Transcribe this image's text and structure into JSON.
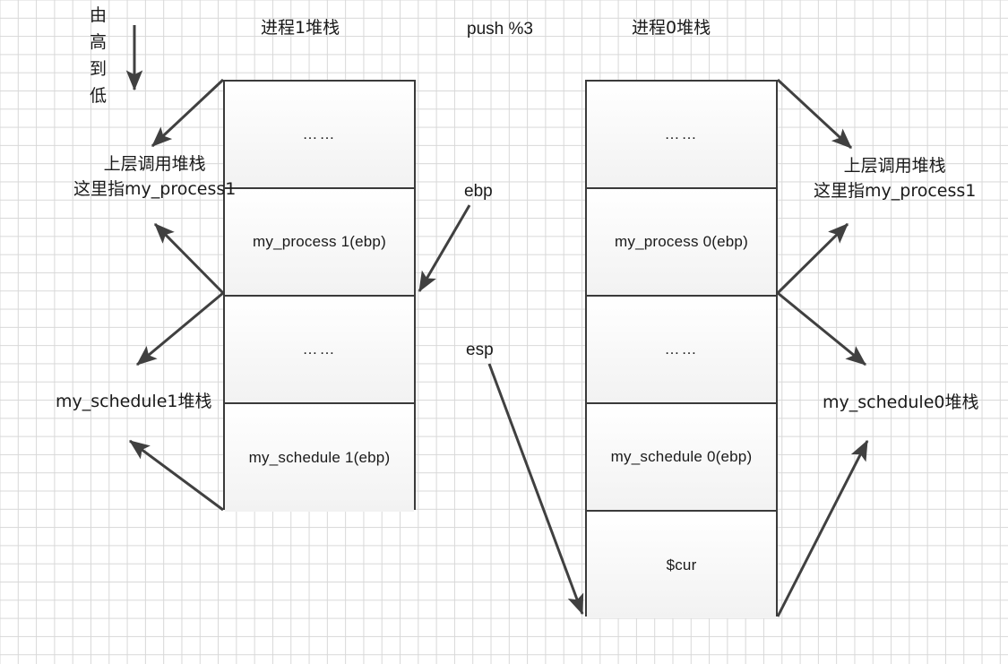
{
  "diagram": {
    "title_left": "进程1堆栈",
    "title_middle": "push %3",
    "title_right": "进程0堆栈",
    "direction_note": "由\n高\n到\n低",
    "direction_chars": [
      "由",
      "高",
      "到",
      "低"
    ]
  },
  "labels": {
    "left_caller_line1": "上层调用堆栈",
    "left_caller_line2": "这里指my_process1",
    "left_schedule": "my_schedule1堆栈",
    "right_caller_line1": "上层调用堆栈",
    "right_caller_line2": "这里指my_process1",
    "right_schedule": "my_schedule0堆栈",
    "ebp": "ebp",
    "esp": "esp"
  },
  "stack_left": {
    "name": "进程1堆栈",
    "cells": [
      {
        "text": "……",
        "kind": "ellipsis"
      },
      {
        "text": "my_process 1(ebp)",
        "kind": "frame"
      },
      {
        "text": "……",
        "kind": "ellipsis"
      },
      {
        "text": "my_schedule 1(ebp)",
        "kind": "frame"
      }
    ]
  },
  "stack_right": {
    "name": "进程0堆栈",
    "cells": [
      {
        "text": "……",
        "kind": "ellipsis"
      },
      {
        "text": "my_process 0(ebp)",
        "kind": "frame"
      },
      {
        "text": "……",
        "kind": "ellipsis"
      },
      {
        "text": "my_schedule 0(ebp)",
        "kind": "frame"
      },
      {
        "text": "$cur",
        "kind": "value"
      }
    ]
  },
  "colors": {
    "grid_line": "#d8d8d8",
    "box_border": "#3a3a3a",
    "arrow": "#404040",
    "text": "#1a1a1a",
    "cell_fill_top": "#ffffff",
    "cell_fill_bottom": "#f2f2f2"
  }
}
